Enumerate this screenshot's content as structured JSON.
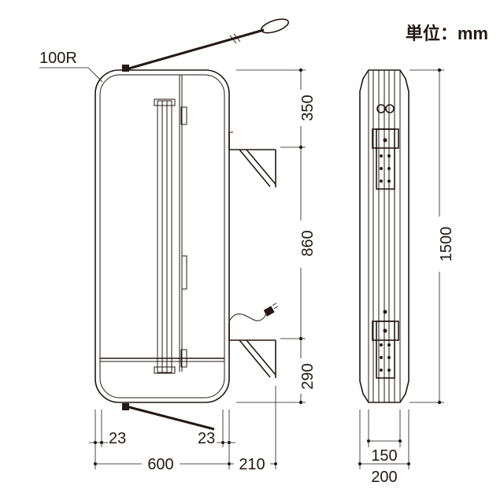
{
  "unit_label": "単位：mm",
  "labels": {
    "corner_radius": "100R",
    "height_top": "350",
    "height_mid": "860",
    "height_bottom": "290",
    "height_total": "1500",
    "width_total": "600",
    "bracket_depth": "210",
    "margin_left": "23",
    "margin_right": "23",
    "depth_inner": "150",
    "depth_total": "200"
  }
}
